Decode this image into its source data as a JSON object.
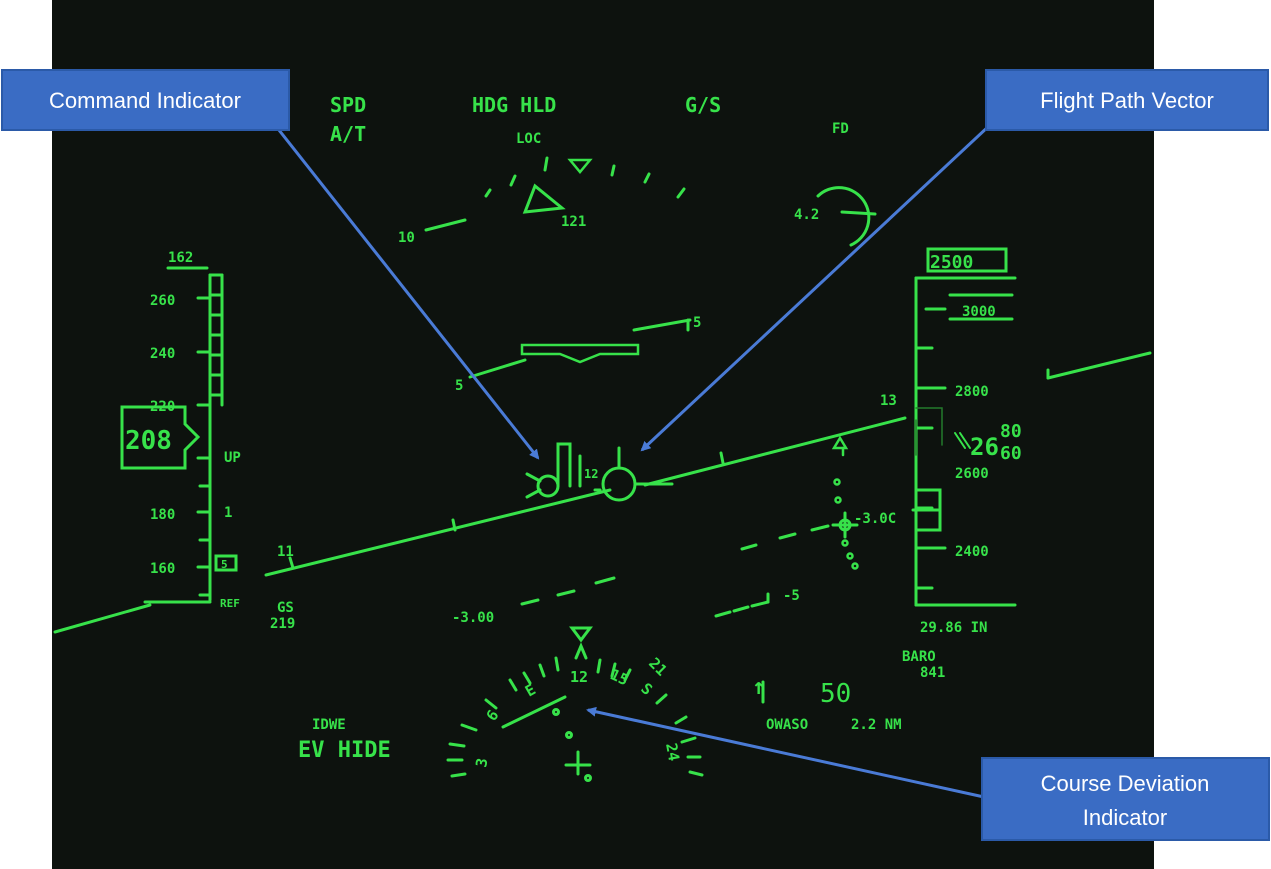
{
  "colors": {
    "hud_green": "#37e24a",
    "background": "#0d120e",
    "callout_fill": "#3a6cc4",
    "callout_border": "#2b5aa8",
    "arrow": "#4a7bd6"
  },
  "modes": {
    "spd": "SPD",
    "at": "A/T",
    "hdg_hld": "HDG HLD",
    "loc": "LOC",
    "gs_mode": "G/S",
    "fd": "FD"
  },
  "heading": {
    "current": "121",
    "left_mark": "10"
  },
  "dial": {
    "value": "4.2"
  },
  "pitch": {
    "upper": "5",
    "lower": "5"
  },
  "horizon": {
    "left": "11",
    "center": "12",
    "right": "13"
  },
  "speed": {
    "selected": "162",
    "ticks": [
      "260",
      "240",
      "220",
      "180",
      "160"
    ],
    "current": "208",
    "flap_up": "UP",
    "flap_1": "1",
    "bug": "5",
    "ref": "REF"
  },
  "groundspeed": {
    "label": "GS",
    "value": "219"
  },
  "glide": {
    "left": "-3.00",
    "right": "-5",
    "slope": "-3.0C"
  },
  "altitude": {
    "selected": "2500",
    "bug": "3000",
    "ticks": [
      "2800",
      "2400"
    ],
    "current": "26",
    "roll_top": "80",
    "roll_bottom": "60",
    "partial": "2600",
    "baro_setting": "29.86 IN",
    "baro_label": "BARO",
    "baro_value": "841"
  },
  "compass": {
    "labels": [
      "3",
      "6",
      "E",
      "12",
      "15",
      "S",
      "21",
      "24"
    ]
  },
  "waypoint": {
    "arrow": "↑",
    "distance_big": "50",
    "name": "OWASO",
    "distance": "2.2 NM"
  },
  "status": {
    "line1": "IDWE",
    "line2": "EV HIDE"
  },
  "callouts": {
    "command": "Command Indicator",
    "fpv": "Flight Path Vector",
    "cdi_line1": "Course Deviation",
    "cdi_line2": "Indicator"
  }
}
